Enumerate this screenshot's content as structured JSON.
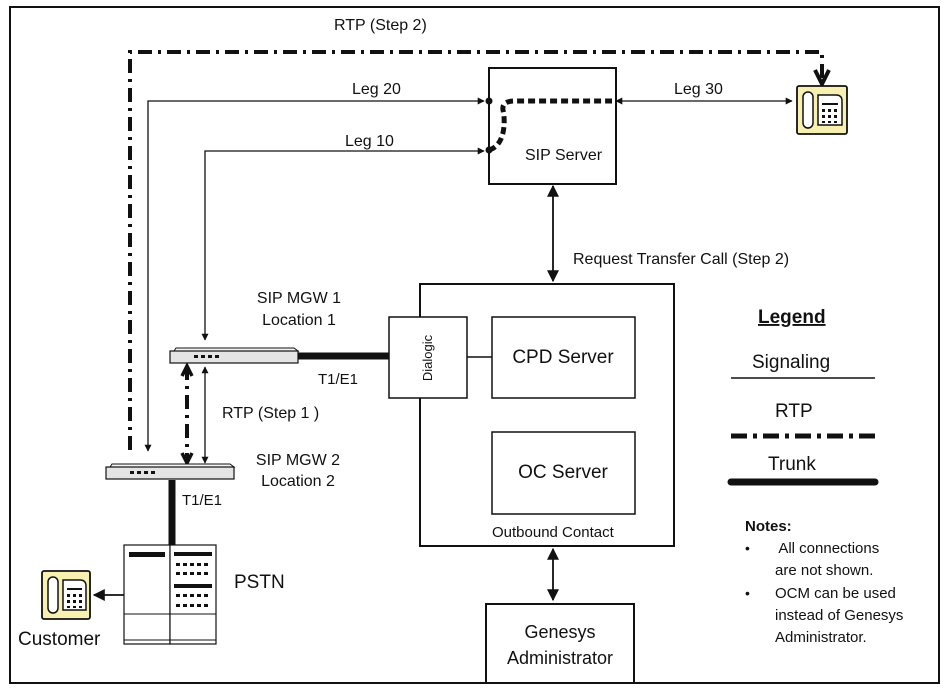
{
  "labels": {
    "rtp_step2": "RTP (Step 2)",
    "leg20": "Leg 20",
    "leg10": "Leg  10",
    "leg30": "Leg 30",
    "sip_server": "SIP Server",
    "request_transfer": "Request Transfer Call  (Step 2)",
    "sip_mgw1_line1": "SIP MGW 1",
    "sip_mgw1_line2": "Location 1",
    "t1e1_top": "T1/E1",
    "dialogic": "Dialogic",
    "cpd_server": "CPD Server",
    "oc_server": "OC Server",
    "outbound_contact": "Outbound Contact",
    "rtp_step1": "RTP (Step 1 )",
    "sip_mgw2_line1": "SIP MGW 2",
    "sip_mgw2_line2": "Location 2",
    "t1e1_bottom": "T1/E1",
    "pstn": "PSTN",
    "customer": "Customer",
    "genesys_line1": "Genesys",
    "genesys_line2": "Administrator"
  },
  "legend": {
    "title": "Legend",
    "signaling": "Signaling",
    "rtp": "RTP",
    "trunk": "Trunk"
  },
  "notes": {
    "title": "Notes:",
    "item1_line1": " All connections",
    "item1_line2": "are not shown.",
    "item2_line1": "OCM can be used",
    "item2_line2": "instead of Genesys",
    "item2_line3": "Administrator.",
    "bullet": "•"
  },
  "colors": {
    "line": "#111111",
    "phone_fill": "#f8f0b0",
    "device_fill": "#e4e4e4"
  },
  "icons": {
    "phone": "telephone-icon",
    "gateway": "media-gateway-icon",
    "pstn": "pstn-switch-icon"
  }
}
